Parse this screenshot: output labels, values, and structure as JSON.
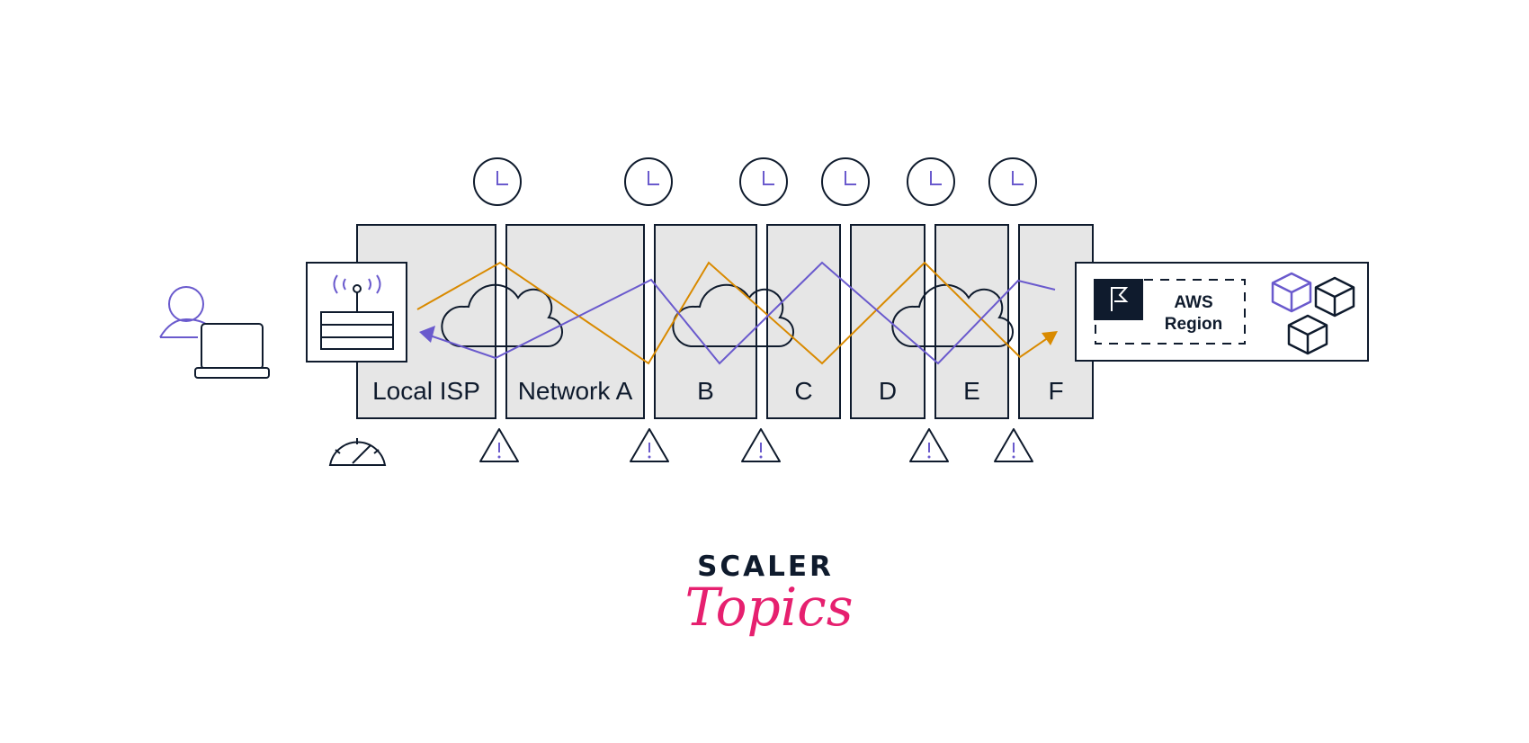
{
  "networks": [
    {
      "label": "Local ISP"
    },
    {
      "label": "Network A"
    },
    {
      "label": "B"
    },
    {
      "label": "C"
    },
    {
      "label": "D"
    },
    {
      "label": "E"
    },
    {
      "label": "F"
    }
  ],
  "aws": {
    "line1": "AWS",
    "line2": "Region"
  },
  "logo": {
    "brand": "SCALER",
    "sub": "Topics"
  },
  "colors": {
    "purple": "#6a5acd",
    "orange": "#d98a00",
    "navy": "#0f1b2d",
    "box_fill": "#e6e6e6",
    "pink": "#e6206f"
  }
}
